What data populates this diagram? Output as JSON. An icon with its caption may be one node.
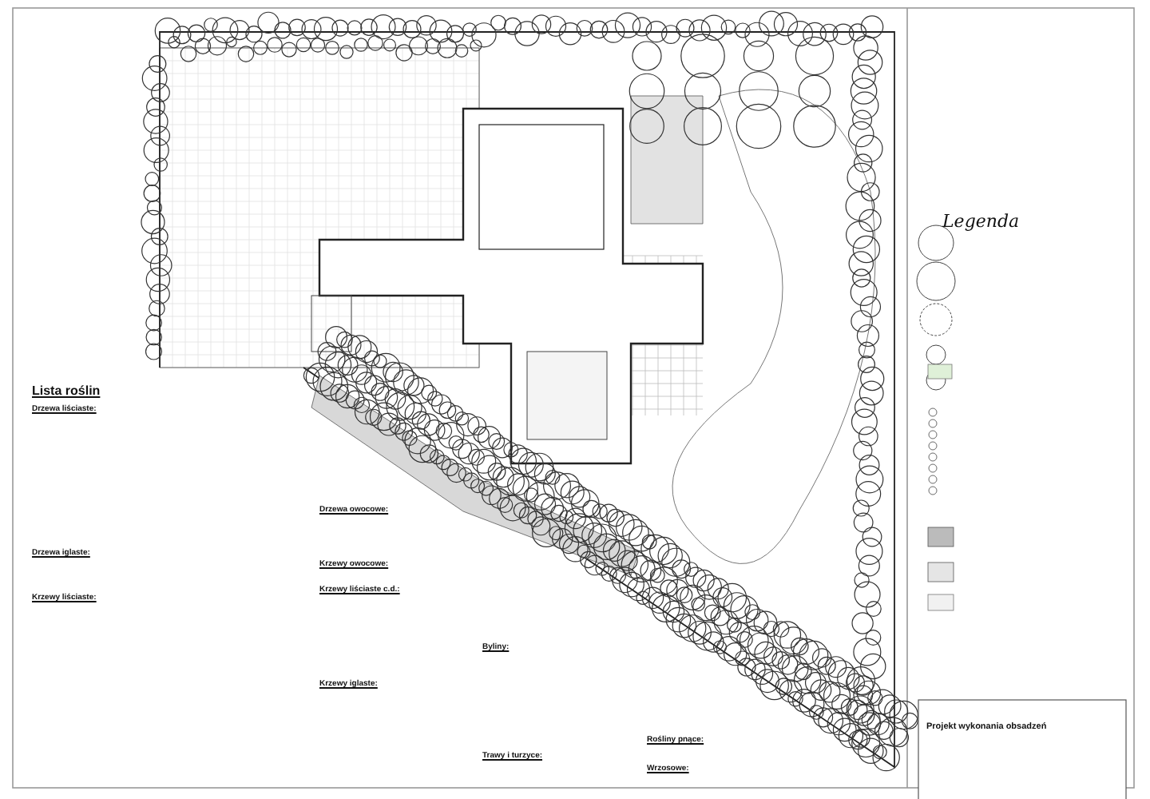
{
  "diagram": {
    "labels": [
      "Legenda",
      "Lista roślin",
      "Drzewa liściaste:",
      "Drzewa iglaste:",
      "Krzewy liściaste:",
      "Drzewa owocowe:",
      "Krzewy owocowe:",
      "Krzewy liściaste c.d.:",
      "Krzewy iglaste:",
      "Byliny:",
      "Trawy i turzyce:",
      "Rośliny pnące:",
      "Wrzosowe:",
      "Projekt wykonania obsadzeń"
    ]
  }
}
